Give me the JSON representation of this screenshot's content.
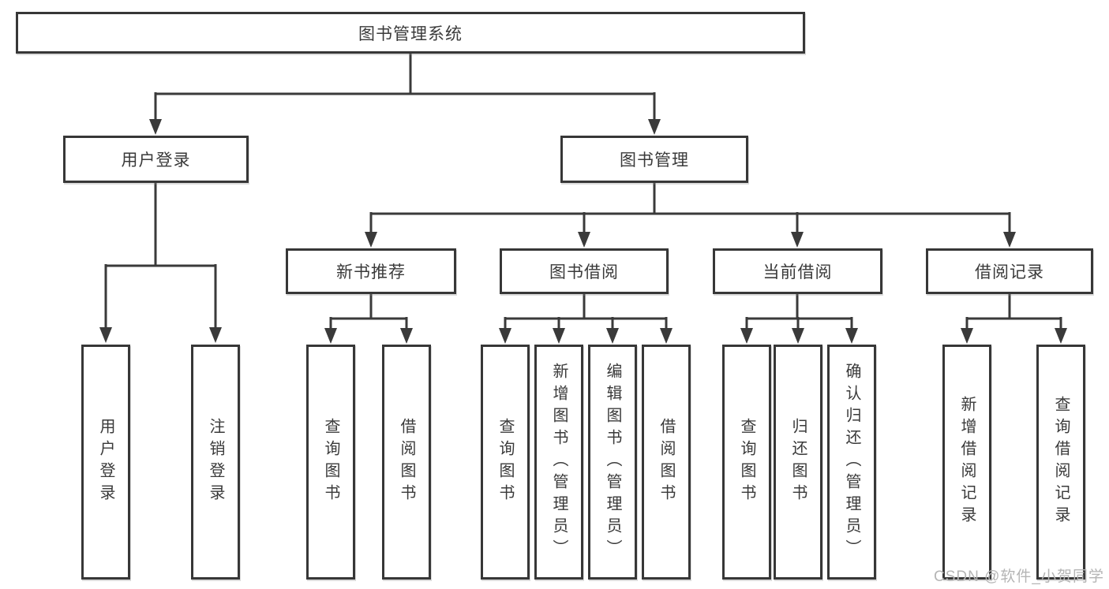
{
  "diagram": {
    "title": "图书管理系统",
    "nodes": {
      "root": {
        "label": "图书管理系统"
      },
      "user_login": {
        "label": "用户登录"
      },
      "book_mgmt": {
        "label": "图书管理"
      },
      "new_book_rec": {
        "label": "新书推荐"
      },
      "book_borrow": {
        "label": "图书借阅"
      },
      "current_borrow": {
        "label": "当前借阅"
      },
      "borrow_record": {
        "label": "借阅记录"
      },
      "leaf_user_login": {
        "label": "用户登录"
      },
      "leaf_logout": {
        "label": "注销登录"
      },
      "leaf_rec_query": {
        "label": "查询图书"
      },
      "leaf_rec_borrow": {
        "label": "借阅图书"
      },
      "leaf_bb_query": {
        "label": "查询图书"
      },
      "leaf_bb_add": {
        "label": "新增图书（管理员）"
      },
      "leaf_bb_edit": {
        "label": "编辑图书（管理员）"
      },
      "leaf_bb_borrow": {
        "label": "借阅图书"
      },
      "leaf_cb_query": {
        "label": "查询图书"
      },
      "leaf_cb_return": {
        "label": "归还图书"
      },
      "leaf_cb_confirm": {
        "label": "确认归还（管理员）"
      },
      "leaf_br_add": {
        "label": "新增借阅记录"
      },
      "leaf_br_query": {
        "label": "查询借阅记录"
      }
    },
    "edges": [
      [
        "root",
        "user_login"
      ],
      [
        "root",
        "book_mgmt"
      ],
      [
        "user_login",
        "leaf_user_login"
      ],
      [
        "user_login",
        "leaf_logout"
      ],
      [
        "book_mgmt",
        "new_book_rec"
      ],
      [
        "book_mgmt",
        "book_borrow"
      ],
      [
        "book_mgmt",
        "current_borrow"
      ],
      [
        "book_mgmt",
        "borrow_record"
      ],
      [
        "new_book_rec",
        "leaf_rec_query"
      ],
      [
        "new_book_rec",
        "leaf_rec_borrow"
      ],
      [
        "book_borrow",
        "leaf_bb_query"
      ],
      [
        "book_borrow",
        "leaf_bb_add"
      ],
      [
        "book_borrow",
        "leaf_bb_edit"
      ],
      [
        "book_borrow",
        "leaf_bb_borrow"
      ],
      [
        "current_borrow",
        "leaf_cb_query"
      ],
      [
        "current_borrow",
        "leaf_cb_return"
      ],
      [
        "current_borrow",
        "leaf_cb_confirm"
      ],
      [
        "borrow_record",
        "leaf_br_add"
      ],
      [
        "borrow_record",
        "leaf_br_query"
      ]
    ]
  },
  "watermark": {
    "text": "CSDN @软件_小贺同学"
  },
  "colors": {
    "line": "#3a3a3a",
    "border": "#373737",
    "text": "#3a3a3a",
    "background": "#ffffff",
    "watermark": "#b5b5b5"
  }
}
